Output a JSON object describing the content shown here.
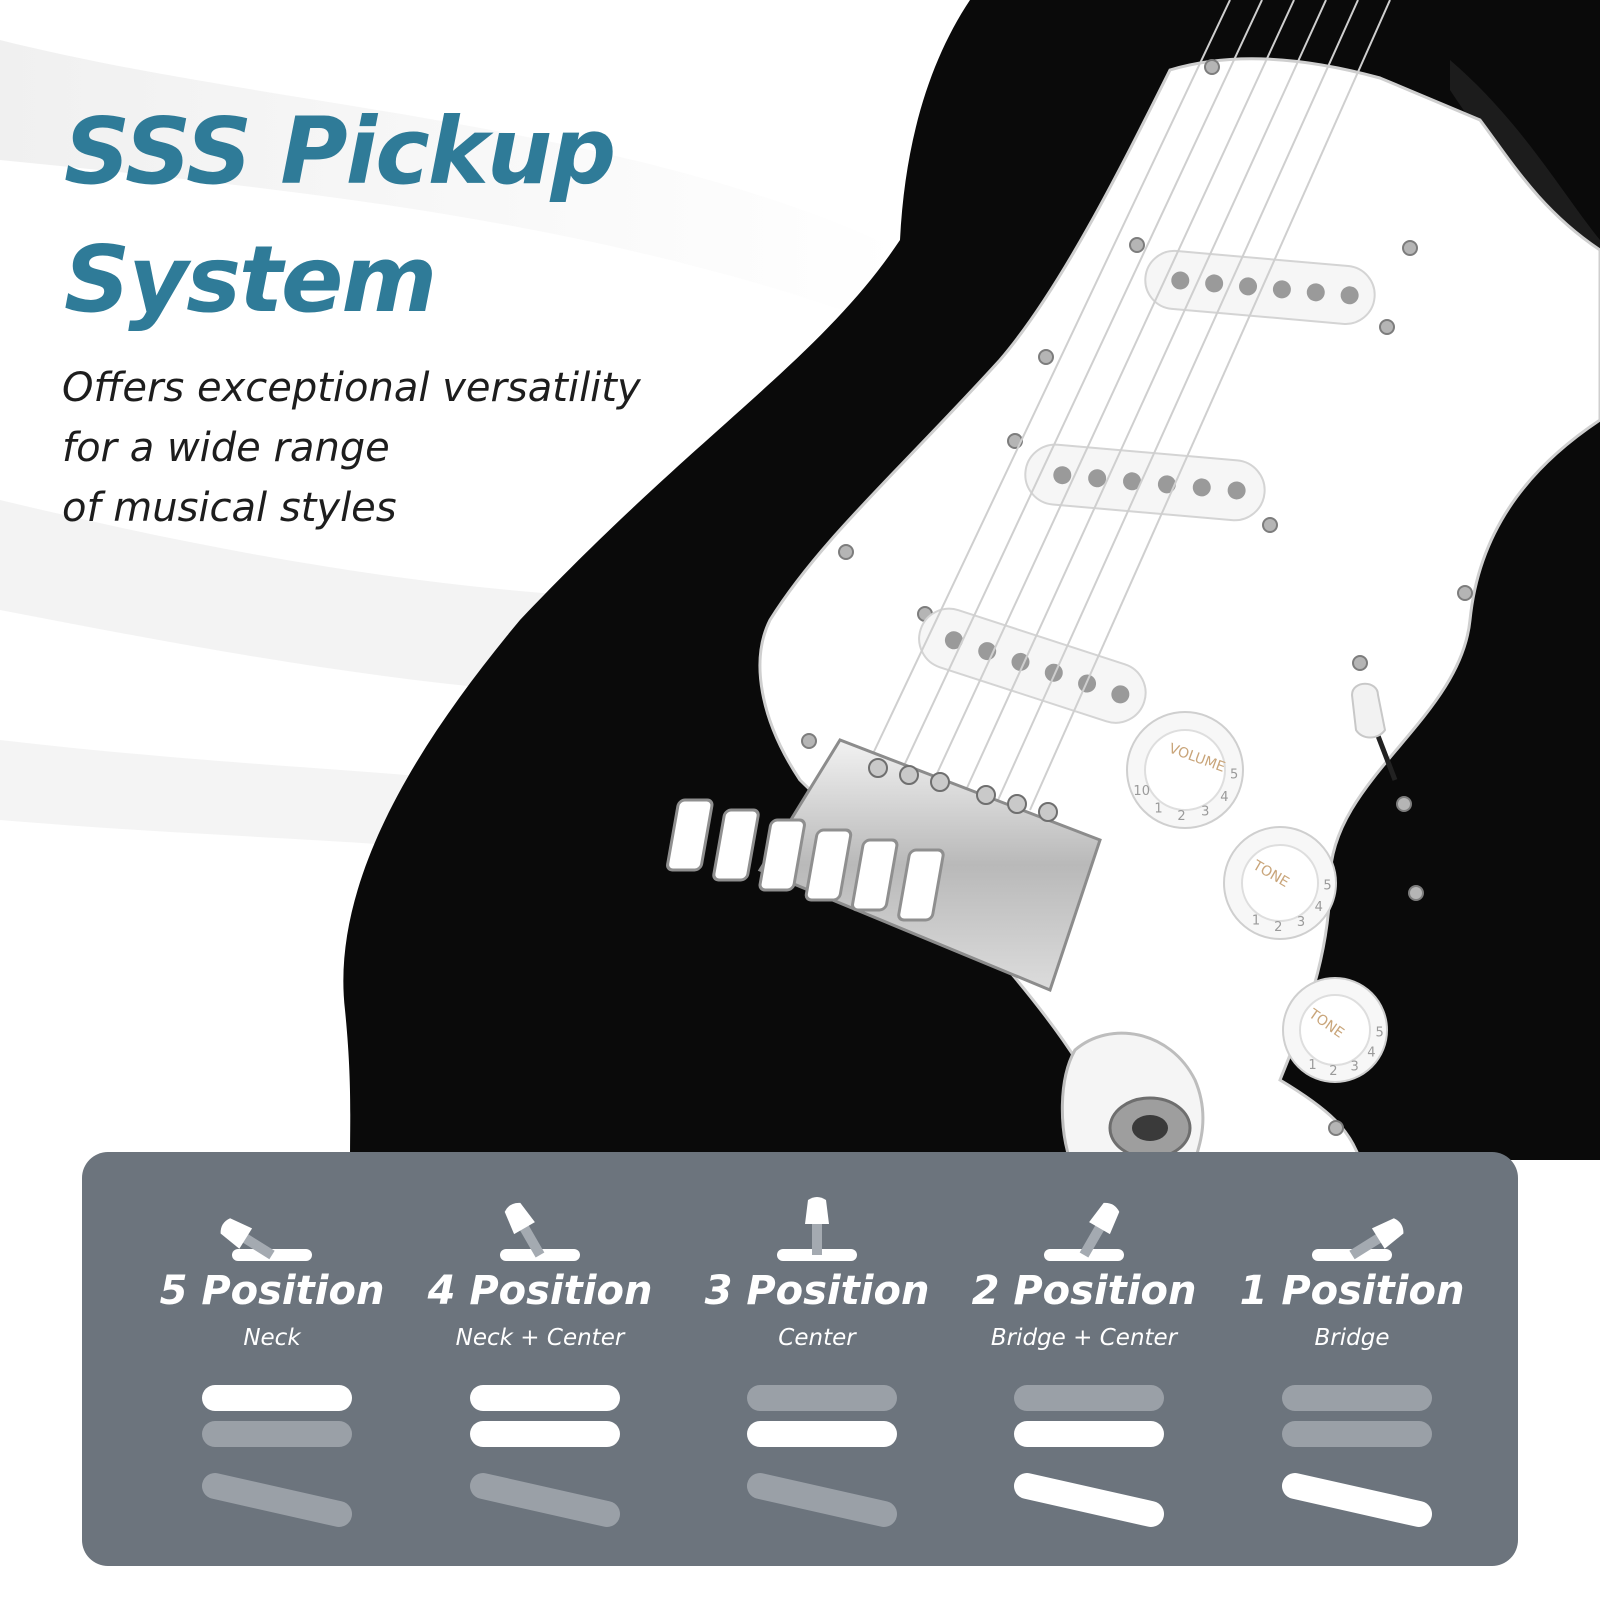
{
  "headline": {
    "line1": "SSS Pickup",
    "line2": "System"
  },
  "tagline": {
    "line1": "Offers exceptional versatility",
    "line2": "for a wide range",
    "line3": "of musical styles"
  },
  "colors": {
    "headline": "#2f7b98",
    "panel": "#6c747d",
    "pickup_active": "#ffffff",
    "pickup_inactive": "#9aa0a7",
    "guitar_body": "#0a0a0a",
    "pickguard": "#ffffff"
  },
  "positions": [
    {
      "title": "5 Position",
      "subtitle": "Neck",
      "lever_angle": -58,
      "active": {
        "neck": true,
        "middle": false,
        "bridge": false
      }
    },
    {
      "title": "4 Position",
      "subtitle": "Neck + Center",
      "lever_angle": -30,
      "active": {
        "neck": true,
        "middle": true,
        "bridge": false
      }
    },
    {
      "title": "3 Position",
      "subtitle": "Center",
      "lever_angle": 0,
      "active": {
        "neck": false,
        "middle": true,
        "bridge": false
      }
    },
    {
      "title": "2 Position",
      "subtitle": "Bridge + Center",
      "lever_angle": 30,
      "active": {
        "neck": false,
        "middle": true,
        "bridge": true
      }
    },
    {
      "title": "1 Position",
      "subtitle": "Bridge",
      "lever_angle": 58,
      "active": {
        "neck": false,
        "middle": false,
        "bridge": true
      }
    }
  ],
  "knobs": [
    {
      "label": "VOLUME",
      "numbers": [
        "10",
        "1",
        "2",
        "3",
        "4",
        "5"
      ]
    },
    {
      "label": "TONE",
      "numbers": [
        "1",
        "2",
        "3",
        "4",
        "5"
      ]
    },
    {
      "label": "TONE",
      "numbers": [
        "1",
        "2",
        "3",
        "4",
        "5"
      ]
    }
  ]
}
